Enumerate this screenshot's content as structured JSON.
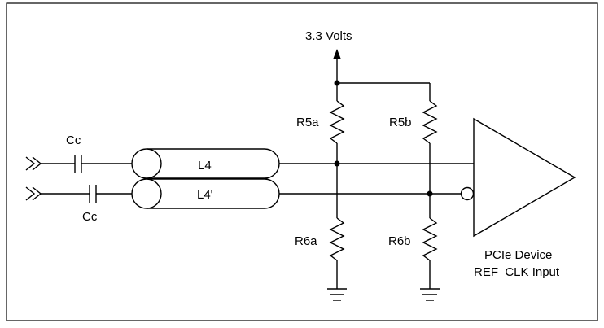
{
  "labels": {
    "supply": "3.3 Volts",
    "r5a": "R5a",
    "r5b": "R5b",
    "r6a": "R6a",
    "r6b": "R6b",
    "cc_top": "Cc",
    "cc_bottom": "Cc",
    "l4": "L4",
    "l4_prime": "L4'",
    "device_line1": "PCIe Device",
    "device_line2": "REF_CLK Input"
  }
}
